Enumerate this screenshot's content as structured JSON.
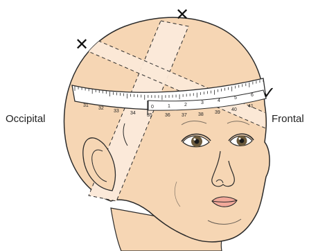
{
  "labels": {
    "occipital": "Occipital",
    "frontal": "Frontal"
  },
  "tape": {
    "lower_numbers": [
      "31",
      "32",
      "33",
      "34",
      "35",
      "36",
      "37",
      "38",
      "39",
      "40",
      "41"
    ],
    "upper_numbers": [
      "0",
      "1",
      "2",
      "3",
      "4",
      "5",
      "6"
    ]
  },
  "marks": {
    "incorrect_1": "✕",
    "incorrect_2": "✕",
    "correct": "✓"
  },
  "colors": {
    "skin": "#f6d6b4",
    "tape": "#ffffff",
    "line": "#2a2a2a",
    "lips": "#f2a99a",
    "iris": "#6b5a3c"
  }
}
